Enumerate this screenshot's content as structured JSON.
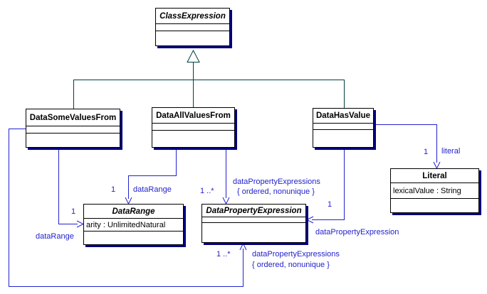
{
  "colors": {
    "association": "#2222cc",
    "generalization": "#004040",
    "box_border": "#000000",
    "box_fill": "#ffffff",
    "box_shadow": "#000080",
    "background": "#ffffff",
    "label_text": "#2222cc"
  },
  "classes": [
    {
      "name": "ClassExpression",
      "abstract": true,
      "attributes": []
    },
    {
      "name": "DataSomeValuesFrom",
      "abstract": false,
      "attributes": []
    },
    {
      "name": "DataAllValuesFrom",
      "abstract": false,
      "attributes": []
    },
    {
      "name": "DataHasValue",
      "abstract": false,
      "attributes": []
    },
    {
      "name": "DataRange",
      "abstract": true,
      "attributes": [
        "arity : UnlimitedNatural"
      ]
    },
    {
      "name": "DataPropertyExpression",
      "abstract": true,
      "attributes": []
    },
    {
      "name": "Literal",
      "abstract": false,
      "attributes": [
        "lexicalValue : String"
      ]
    }
  ],
  "edges": {
    "someValuesFrom_dataRange": {
      "multiplicity": "1",
      "role": "dataRange"
    },
    "someValuesFrom_dataPropertyExpressions": {
      "multiplicity": "1 ..*",
      "role": "dataPropertyExpressions",
      "constraint": "{ ordered, nonunique }"
    },
    "allValuesFrom_dataRange": {
      "multiplicity": "1",
      "role": "dataRange"
    },
    "allValuesFrom_dataPropertyExpressions": {
      "multiplicity": "1 ..*",
      "role": "dataPropertyExpressions",
      "constraint": "{ ordered, nonunique }"
    },
    "hasValue_dataPropertyExpression": {
      "multiplicity": "1",
      "role": "dataPropertyExpression"
    },
    "hasValue_literal": {
      "multiplicity": "1",
      "role": "literal"
    }
  }
}
